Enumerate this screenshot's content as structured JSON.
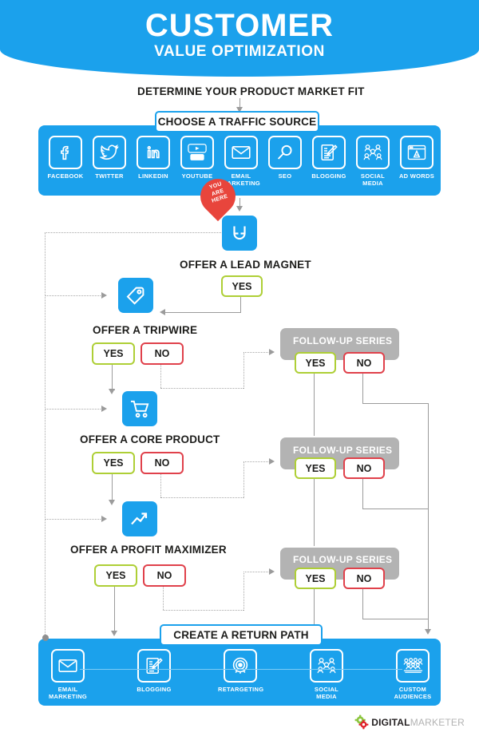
{
  "header": {
    "title": "CUSTOMER",
    "subtitle": "VALUE OPTIMIZATION",
    "bg_color": "#1ba1ec"
  },
  "colors": {
    "blue": "#1ba1ec",
    "yes_green": "#aecf36",
    "no_red": "#e0414b",
    "grey_panel": "#b3b3b3",
    "connector": "#9b9b9b",
    "pin_red": "#e8453c"
  },
  "flow": {
    "determine_title": "DETERMINE YOUR PRODUCT MARKET FIT",
    "choose_traffic_source": "CHOOSE A TRAFFIC SOURCE",
    "create_return_path": "CREATE A RETURN PATH",
    "you_are_here": [
      "YOU",
      "ARE",
      "HERE"
    ]
  },
  "traffic_sources": [
    {
      "label": "FACEBOOK",
      "icon": "facebook-icon"
    },
    {
      "label": "TWITTER",
      "icon": "twitter-icon"
    },
    {
      "label": "LINKEDIN",
      "icon": "linkedin-icon"
    },
    {
      "label": "YOUTUBE",
      "icon": "youtube-icon"
    },
    {
      "label": "EMAIL MARKETING",
      "icon": "envelope-icon"
    },
    {
      "label": "SEO",
      "icon": "magnifier-icon"
    },
    {
      "label": "BLOGGING",
      "icon": "blog-pencil-icon"
    },
    {
      "label": "SOCIAL MEDIA",
      "icon": "social-group-icon"
    },
    {
      "label": "AD WORDS",
      "icon": "browser-ad-icon"
    }
  ],
  "steps": [
    {
      "title": "OFFER A LEAD MAGNET",
      "icon": "magnet-icon",
      "yes": "YES",
      "no": null
    },
    {
      "title": "OFFER A TRIPWIRE",
      "icon": "price-tag-icon",
      "yes": "YES",
      "no": "NO"
    },
    {
      "title": "OFFER A CORE PRODUCT",
      "icon": "shopping-cart-icon",
      "yes": "YES",
      "no": "NO"
    },
    {
      "title": "OFFER A PROFIT MAXIMIZER",
      "icon": "growth-chart-icon",
      "yes": "YES",
      "no": "NO"
    }
  ],
  "follow_up_series": [
    {
      "label": "FOLLOW-UP SERIES",
      "yes": "YES",
      "no": "NO"
    },
    {
      "label": "FOLLOW-UP SERIES",
      "yes": "YES",
      "no": "NO"
    },
    {
      "label": "FOLLOW-UP SERIES",
      "yes": "YES",
      "no": "NO"
    }
  ],
  "return_path": [
    {
      "label": "EMAIL MARKETING",
      "icon": "envelope-icon"
    },
    {
      "label": "BLOGGING",
      "icon": "blog-pencil-icon"
    },
    {
      "label": "RETARGETING",
      "icon": "target-icon"
    },
    {
      "label": "SOCIAL MEDIA",
      "icon": "social-group-icon"
    },
    {
      "label": "CUSTOM AUDIENCES",
      "icon": "audience-icon"
    }
  ],
  "footer": {
    "logo_bold": "DIGITAL",
    "logo_light": "MARKETER"
  }
}
